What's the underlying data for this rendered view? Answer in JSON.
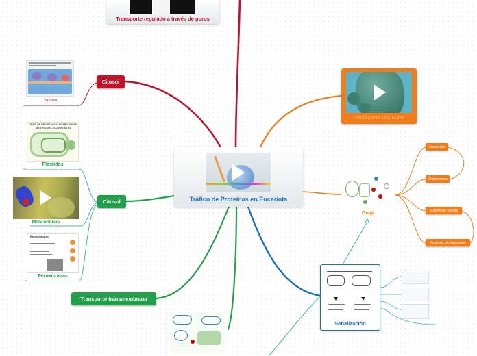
{
  "central": {
    "title": "Tráfico de Proteínas en Eucariota"
  },
  "top_node": {
    "label": "Transporte regulado a través de poros"
  },
  "citosol_top": {
    "label": "Citosol"
  },
  "nucleo": {
    "label": "Núcleo"
  },
  "citosol_mid": {
    "label": "Citosol"
  },
  "plastidos": {
    "label": "Plastidos",
    "img_title": "RUTA DE IMPORTACION DE PROTEINAS DENTRO DEL CLOROPLASTO"
  },
  "mitocondrias": {
    "label": "Mitocondrias"
  },
  "peroxisomas": {
    "label": "Peroxisomas",
    "img_title": "Peroxisomas"
  },
  "transmembrana": {
    "label": "Transporte transmembrana"
  },
  "vesicular": {
    "label": "Transporte vesicular"
  },
  "golgi": {
    "label": "Golgi"
  },
  "golgi_children": [
    "Lisosoma",
    "Endosomas",
    "Superficie celular",
    "Vesícula de secreción"
  ],
  "senalizacion": {
    "label": "Señalización"
  },
  "colors": {
    "red": "#c0142c",
    "green": "#23a04a",
    "orange": "#f07d1a",
    "blue": "#1a6fc0",
    "teal": "#41b8a0"
  }
}
